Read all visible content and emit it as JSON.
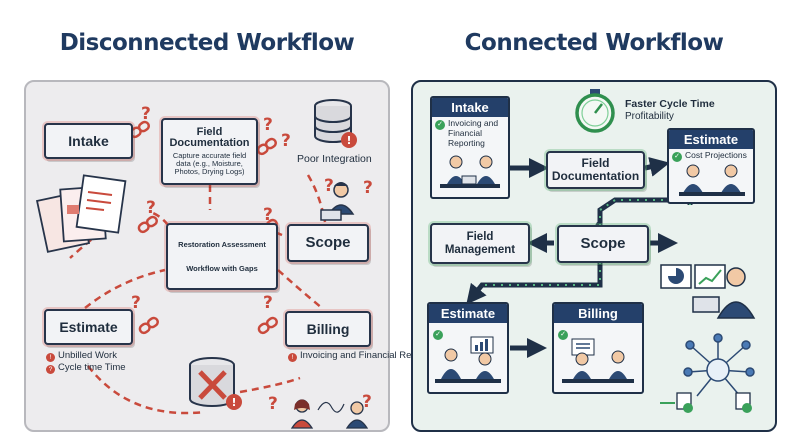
{
  "left": {
    "title": "Disconnected Workflow",
    "intake": "Intake",
    "field_doc": {
      "title": "Field Documentation",
      "sub": "Capture accurate field data (e.g., Moisture, Photos, Drying Logs)"
    },
    "poor_integration": "Poor Integration",
    "center_box": {
      "line1": "Restoration Assessment",
      "line2": "Workflow with Gaps"
    },
    "scope": "Scope",
    "estimate": "Estimate",
    "billing": "Billing",
    "estimate_notes": [
      "Unbilled Work",
      "Cycle time Time"
    ],
    "billing_note": "Invoicing and Financial Reporting"
  },
  "right": {
    "title": "Connected Workflow",
    "cycle_time": {
      "line1": "Faster Cycle Time",
      "line2": "Profitability"
    },
    "intake": {
      "title": "Intake",
      "sub": "Invoicing and Financial Reporting"
    },
    "field_doc": "Field Documentation",
    "estimate_top": {
      "title": "Estimate",
      "sub": "Cost Projections"
    },
    "field_mgmt": "Field Management",
    "scope": "Scope",
    "estimate_bottom": "Estimate",
    "billing": "Billing"
  },
  "colors": {
    "navy": "#24406a",
    "red_accent": "#c94a3c",
    "green_accent": "#3aa15a"
  }
}
